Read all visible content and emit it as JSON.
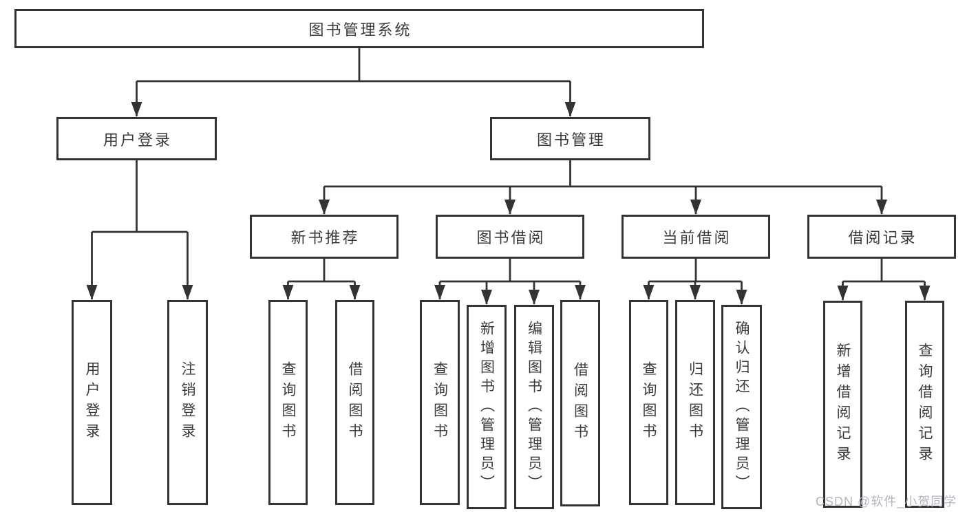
{
  "diagram": {
    "root": {
      "label": "图书管理系统"
    },
    "branches": [
      {
        "label": "用户登录",
        "children": [
          {
            "label": "用户登录"
          },
          {
            "label": "注销登录"
          }
        ]
      },
      {
        "label": "图书管理",
        "groups": [
          {
            "label": "新书推荐",
            "children": [
              {
                "label": "查询图书"
              },
              {
                "label": "借阅图书"
              }
            ]
          },
          {
            "label": "图书借阅",
            "children": [
              {
                "label": "查询图书"
              },
              {
                "label": "新增图书（管理员）"
              },
              {
                "label": "编辑图书（管理员）"
              },
              {
                "label": "借阅图书"
              }
            ]
          },
          {
            "label": "当前借阅",
            "children": [
              {
                "label": "查询图书"
              },
              {
                "label": "归还图书"
              },
              {
                "label": "确认归还（管理员）"
              }
            ]
          },
          {
            "label": "借阅记录",
            "children": [
              {
                "label": "新增借阅记录"
              },
              {
                "label": "查询借阅记录"
              }
            ]
          }
        ]
      }
    ]
  },
  "watermark": {
    "text": "CSDN @软件_小贺同学"
  },
  "colors": {
    "line": "#333333",
    "text": "#3b3b3b",
    "watermark": "#b4b4bc",
    "background": "#ffffff"
  }
}
